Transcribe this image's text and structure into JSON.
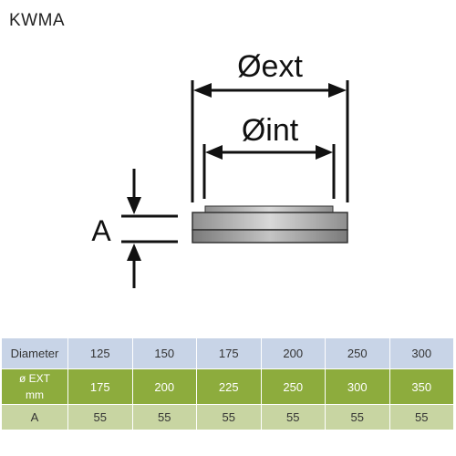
{
  "title": "KWMA",
  "diagram": {
    "label_ext": "Øext",
    "label_int": "Øint",
    "label_a": "A"
  },
  "table": {
    "rows": [
      {
        "header": "Diameter",
        "header_line2": "",
        "values": [
          "125",
          "150",
          "175",
          "200",
          "250",
          "300"
        ]
      },
      {
        "header": "ø EXT",
        "header_line2": "mm",
        "values": [
          "175",
          "200",
          "225",
          "250",
          "300",
          "350"
        ]
      },
      {
        "header": "A",
        "header_line2": "",
        "values": [
          "55",
          "55",
          "55",
          "55",
          "55",
          "55"
        ]
      }
    ]
  },
  "colors": {
    "row_diameter": "#c8d4e7",
    "row_ext": "#8dac3d",
    "row_a": "#c8d5a2"
  }
}
